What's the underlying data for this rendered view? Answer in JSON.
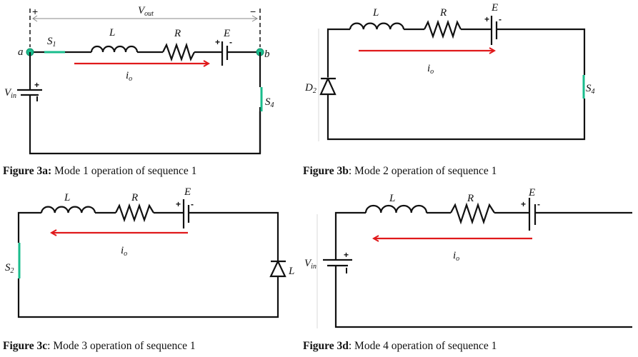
{
  "colors": {
    "wire": "#111111",
    "switch_on": "#1abc8c",
    "current_arrow": "#e0191b",
    "node": "#1abc8c"
  },
  "figures": [
    {
      "id": "3a",
      "caption_bold": "Figure 3a:",
      "caption_text": " Mode 1 operation of sequence 1",
      "current_direction": "left-to-right",
      "labels": {
        "node_a": "a",
        "node_b": "b",
        "vout_main": "V",
        "vout_sub": "out",
        "vout_plus": "+",
        "vout_minus": "−",
        "switch_top": "S",
        "switch_top_sub": "1",
        "inductor": "L",
        "resistor": "R",
        "emf": "E",
        "emf_plus": "+",
        "emf_minus": "-",
        "current": "i",
        "current_sub": "o",
        "source_main": "V",
        "source_sub": "in",
        "source_plus": "+",
        "source_minus": "-",
        "switch_right": "S",
        "switch_right_sub": "4"
      }
    },
    {
      "id": "3b",
      "caption_bold": "Figure 3b",
      "caption_text": ": Mode 2 operation of sequence 1",
      "current_direction": "left-to-right",
      "labels": {
        "inductor": "L",
        "resistor": "R",
        "emf": "E",
        "emf_plus": "+",
        "emf_minus": "-",
        "current": "i",
        "current_sub": "o",
        "diode": "D",
        "diode_sub": "2",
        "switch_right": "S",
        "switch_right_sub": "4"
      }
    },
    {
      "id": "3c",
      "caption_bold": "Figure 3c",
      "caption_text": ": Mode 3 operation of sequence 1",
      "current_direction": "right-to-left",
      "labels": {
        "inductor": "L",
        "resistor": "R",
        "emf": "E",
        "emf_plus": "+",
        "emf_minus": "-",
        "current": "i",
        "current_sub": "o",
        "switch_left": "S",
        "switch_left_sub": "2",
        "diode": "L"
      }
    },
    {
      "id": "3d",
      "caption_bold": "Figure 3d",
      "caption_text": ": Mode 4 operation of sequence 1",
      "current_direction": "right-to-left",
      "labels": {
        "inductor": "L",
        "resistor": "R",
        "emf": "E",
        "emf_plus": "+",
        "emf_minus": "-",
        "current": "i",
        "current_sub": "o",
        "source_main": "V",
        "source_sub": "in",
        "source_plus": "+",
        "source_minus": "-"
      }
    }
  ]
}
